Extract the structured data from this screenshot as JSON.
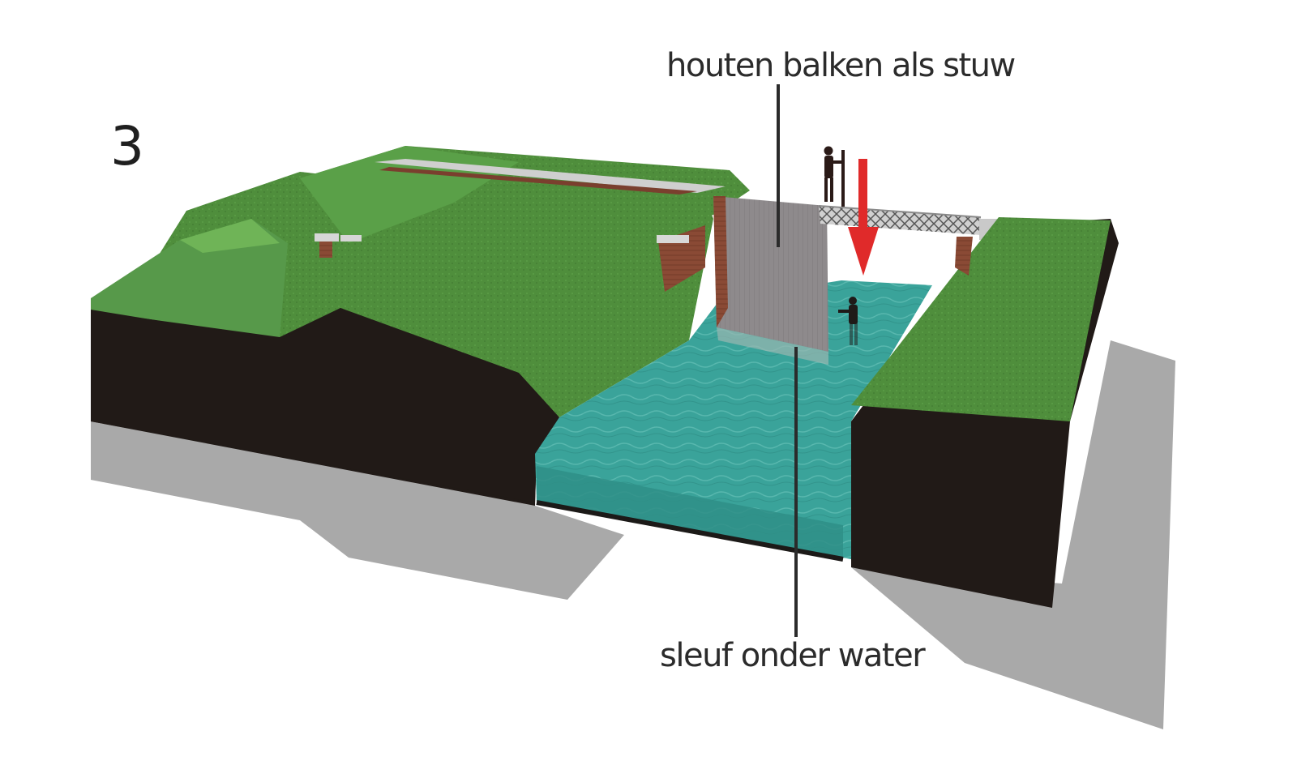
{
  "diagram": {
    "step_number": "3",
    "labels": {
      "wooden_beams_weir": "houten balken als stuw",
      "slot_under_water": "sleuf onder water"
    },
    "colors": {
      "grass": "#4f8e3c",
      "grass_light": "#5fa64a",
      "soil": "#201a17",
      "water": "#3aa39a",
      "shadow": "#a8a8a8",
      "brick": "#8a4a35",
      "arrow": "#e02a2a",
      "beams": "#8e8a8c",
      "bridge": "#6f6f6f"
    },
    "icons": [
      "person-on-bridge-icon",
      "person-in-water-icon",
      "down-arrow-icon"
    ]
  }
}
